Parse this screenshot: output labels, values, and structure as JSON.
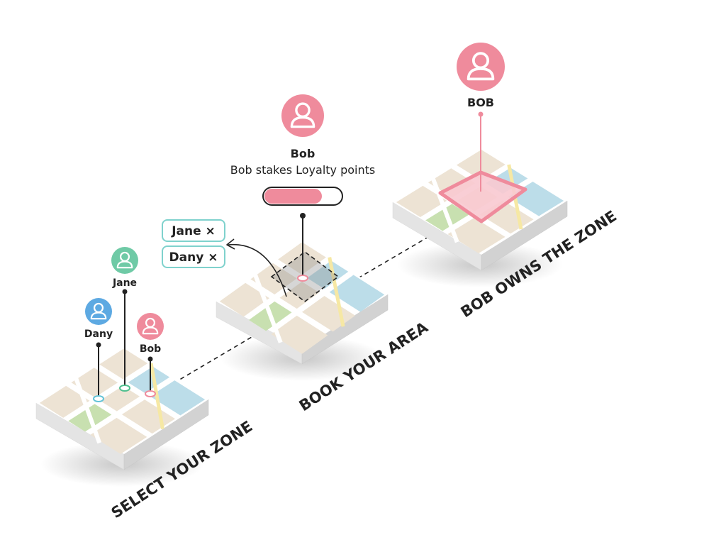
{
  "colors": {
    "tile_base": "#ede3d4",
    "tile_side_left": "#e4e4e4",
    "tile_side_right": "#d2d2d2",
    "road": "#ffffff",
    "park": "#c8e0b0",
    "water": "#bcdde9",
    "highlight_road": "#f6e8a4",
    "pink": "#ef8b9c",
    "pink_light": "#f8c9d0",
    "green": "#6fcaa6",
    "blue": "#5da9e2",
    "teal_border": "#7fd2cd",
    "line": "#222222"
  },
  "steps": {
    "select": "SELECT YOUR ZONE",
    "book": "BOOK YOUR AREA",
    "own": "BOB OWNS THE ZONE"
  },
  "select_zone": {
    "dany": "Dany",
    "jane": "Jane",
    "bob": "Bob"
  },
  "book_area": {
    "user_name": "Bob",
    "caption": "Bob stakes Loyalty points",
    "stake_progress": 0.75,
    "removed_tags": [
      {
        "label": "Jane ×"
      },
      {
        "label": "Dany ×"
      }
    ]
  },
  "own_zone": {
    "owner_name": "BOB"
  }
}
